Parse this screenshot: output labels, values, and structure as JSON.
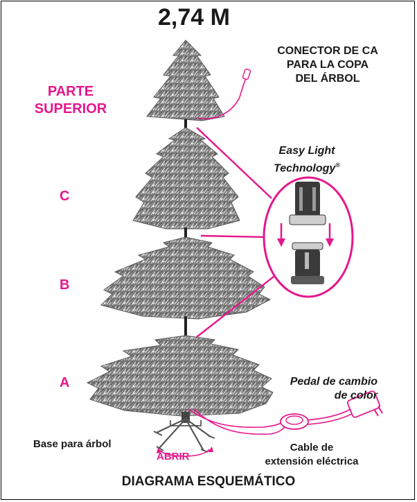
{
  "title": "2,74 M",
  "ac_connector": {
    "lines": [
      "CONECTOR DE CA",
      "PARA LA COPA",
      "DEL ÁRBOL"
    ]
  },
  "top_section": {
    "lines": [
      "PARTE",
      "SUPERIOR"
    ]
  },
  "sections": {
    "c": "C",
    "b": "B",
    "a": "A"
  },
  "easy_light": {
    "line1": "Easy Light",
    "line2": "Technology",
    "mark": "®"
  },
  "pedal": {
    "line1": "Pedal de cambio",
    "line2": "de color"
  },
  "base": {
    "label": "Base para árbol",
    "open_label": "ABRIR"
  },
  "cable": {
    "line1": "Cable de",
    "line2": "extensión eléctrica"
  },
  "footer": {
    "title": "DIAGRAMA ESQUEMÁTICO"
  },
  "colors": {
    "accent": "#e6168c",
    "foliage": "#8a8a8a",
    "text": "#1a1a1a"
  }
}
